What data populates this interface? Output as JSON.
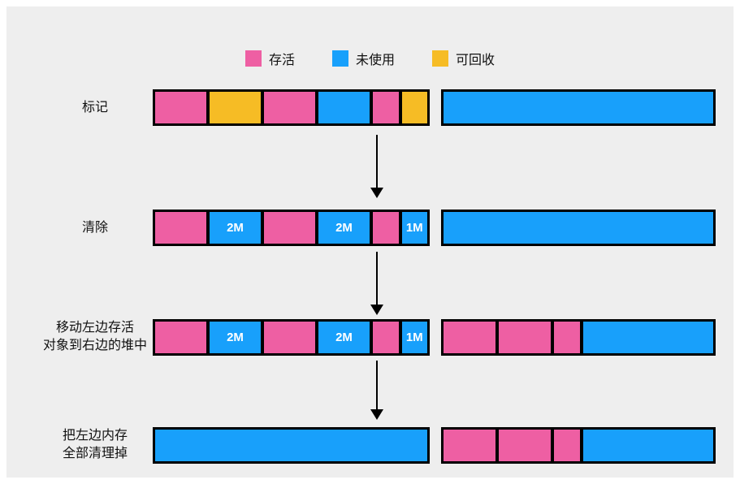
{
  "colors": {
    "canvas_bg": "#eeeeee",
    "alive": "#ee5fa3",
    "unused": "#18a0fb",
    "recyclable": "#f6bc25",
    "bar_border": "#000000"
  },
  "legend": {
    "items": [
      {
        "label": "存活",
        "color": "#ee5fa3"
      },
      {
        "label": "未使用",
        "color": "#18a0fb"
      },
      {
        "label": "可回收",
        "color": "#f6bc25"
      }
    ]
  },
  "rows": [
    {
      "label_lines": [
        "标记"
      ],
      "left_bar": {
        "segments": [
          {
            "type": "alive",
            "units": 2
          },
          {
            "type": "recyclable",
            "units": 2
          },
          {
            "type": "alive",
            "units": 2
          },
          {
            "type": "unused",
            "units": 2
          },
          {
            "type": "alive",
            "units": 1
          },
          {
            "type": "recyclable",
            "units": 1
          }
        ]
      },
      "right_bar": {
        "segments": [
          {
            "type": "unused",
            "units": 10
          }
        ]
      }
    },
    {
      "label_lines": [
        "清除"
      ],
      "left_bar": {
        "segments": [
          {
            "type": "alive",
            "units": 2
          },
          {
            "type": "unused",
            "units": 2,
            "text": "2M"
          },
          {
            "type": "alive",
            "units": 2
          },
          {
            "type": "unused",
            "units": 2,
            "text": "2M"
          },
          {
            "type": "alive",
            "units": 1
          },
          {
            "type": "unused",
            "units": 1,
            "text": "1M"
          }
        ]
      },
      "right_bar": {
        "segments": [
          {
            "type": "unused",
            "units": 10
          }
        ]
      }
    },
    {
      "label_lines": [
        "移动左边存活",
        "对象到右边的堆中"
      ],
      "left_bar": {
        "segments": [
          {
            "type": "alive",
            "units": 2
          },
          {
            "type": "unused",
            "units": 2,
            "text": "2M"
          },
          {
            "type": "alive",
            "units": 2
          },
          {
            "type": "unused",
            "units": 2,
            "text": "2M"
          },
          {
            "type": "alive",
            "units": 1
          },
          {
            "type": "unused",
            "units": 1,
            "text": "1M"
          }
        ]
      },
      "right_bar": {
        "segments": [
          {
            "type": "alive",
            "units": 2
          },
          {
            "type": "alive",
            "units": 2
          },
          {
            "type": "alive",
            "units": 1
          },
          {
            "type": "unused",
            "units": 5
          }
        ]
      }
    },
    {
      "label_lines": [
        "把左边内存",
        "全部清理掉"
      ],
      "left_bar": {
        "segments": [
          {
            "type": "unused",
            "units": 10
          }
        ]
      },
      "right_bar": {
        "segments": [
          {
            "type": "alive",
            "units": 2
          },
          {
            "type": "alive",
            "units": 2
          },
          {
            "type": "alive",
            "units": 1
          },
          {
            "type": "unused",
            "units": 5
          }
        ]
      }
    }
  ]
}
